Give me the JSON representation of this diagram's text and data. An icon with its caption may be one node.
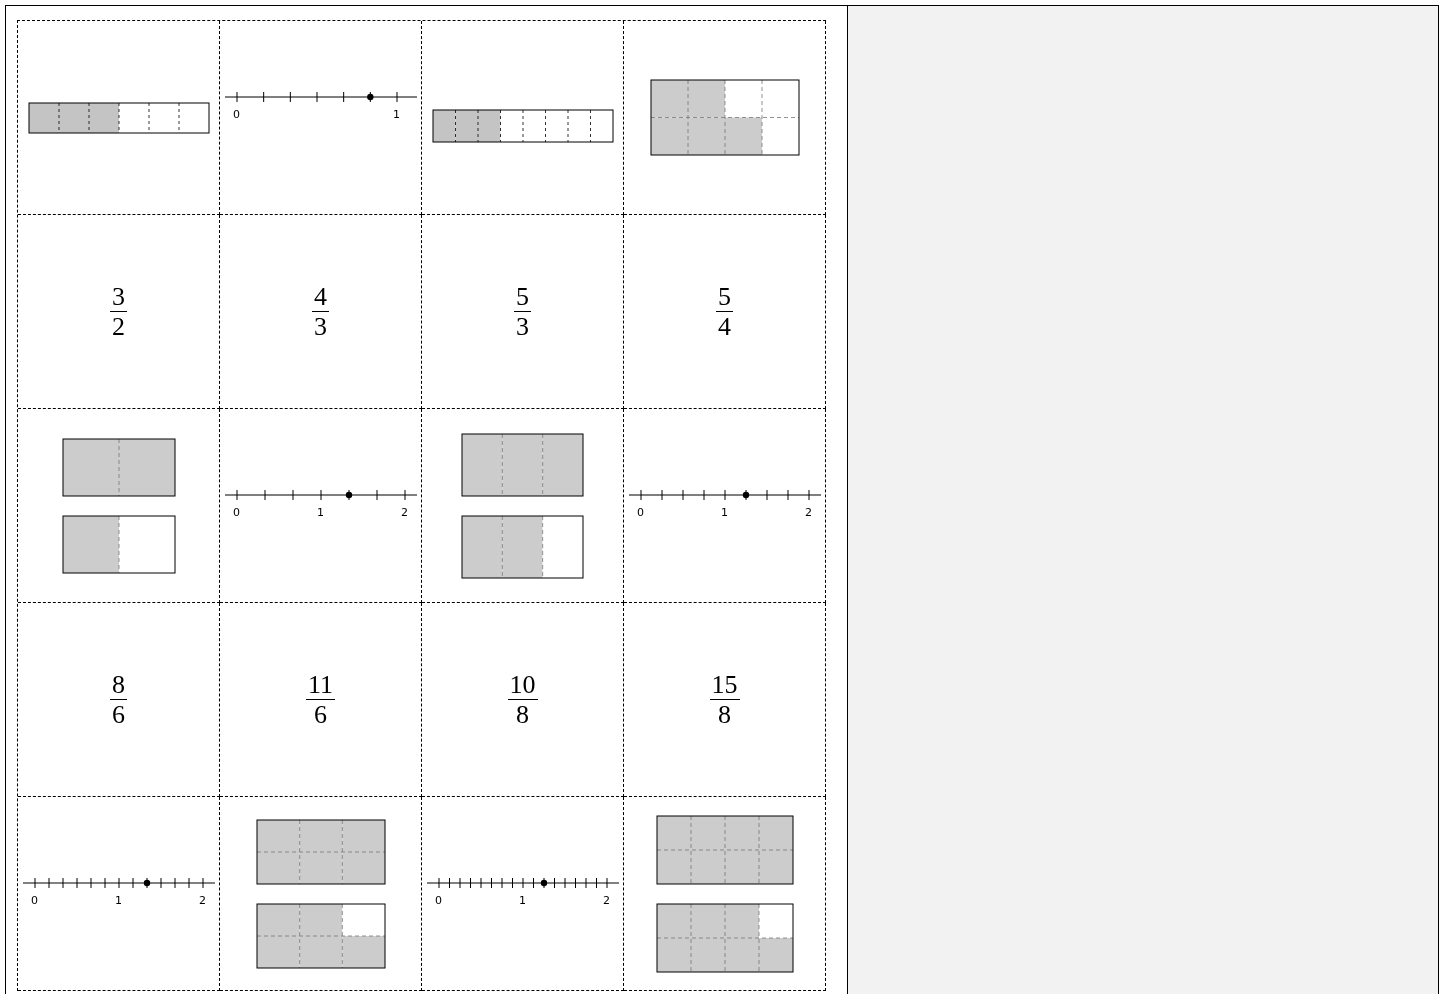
{
  "diagram": {
    "labels": [
      "0",
      "1",
      "3",
      "2",
      "4",
      "3",
      "5",
      "3",
      "5",
      "4",
      "0",
      "1",
      "2",
      "0",
      "1",
      "2",
      "8",
      "6",
      "11",
      "6",
      "10",
      "8",
      "15",
      "8",
      "0",
      "1",
      "2",
      "0",
      "1",
      "2"
    ]
  }
}
